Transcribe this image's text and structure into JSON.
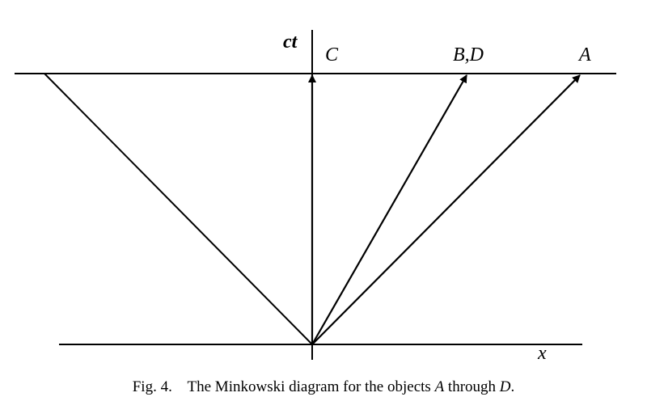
{
  "axes": {
    "time_label": "ct",
    "space_label": "x"
  },
  "objects": [
    {
      "id": "C",
      "label": "C"
    },
    {
      "id": "BD",
      "label": "B,D"
    },
    {
      "id": "A",
      "label": "A"
    }
  ],
  "caption": {
    "prefix": "Fig. 4.",
    "text": "The Minkowski diagram for the objects ",
    "obj1": "A",
    "mid": " through ",
    "obj2": "D",
    "end": "."
  },
  "colors": {
    "ink": "#000000",
    "background": "#ffffff"
  }
}
